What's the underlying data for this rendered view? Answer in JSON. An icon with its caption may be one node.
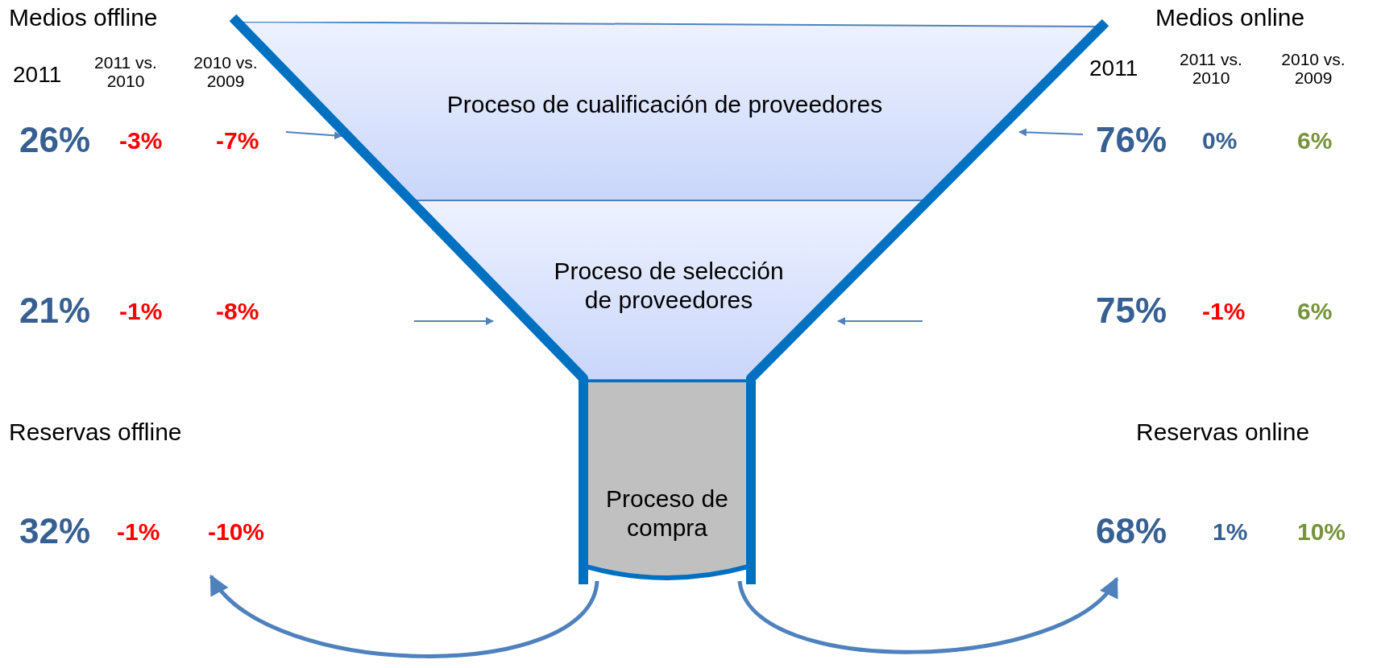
{
  "diagram": {
    "nodes": [
      {
        "text": [
          "Proceso de cualificación de proveedores"
        ]
      },
      {
        "text": [
          "Proceso de selección de proveedores"
        ]
      },
      {
        "text": [
          "Proceso de compra"
        ]
      }
    ],
    "edges": [
      {
        "from": null,
        "to": 0,
        "arrow": "to"
      },
      {
        "from": null,
        "to": 0,
        "arrow": "to"
      },
      {
        "from": null,
        "to": 1,
        "arrow": "to"
      },
      {
        "from": null,
        "to": 1,
        "arrow": "to"
      },
      {
        "from": 2,
        "to": null,
        "arrow": "to",
        "style": "thick"
      },
      {
        "from": 2,
        "to": null,
        "arrow": "to",
        "style": "thick"
      }
    ],
    "labels": [
      "Medios offline",
      "Medios online",
      "2011",
      "2011 vs. 2010",
      "2010 vs. 2009",
      "2011",
      "2011 vs. 2010",
      "2010 vs. 2009",
      "26%",
      "-3%",
      "-7%",
      "76%",
      "0%",
      "6%",
      "21%",
      "-1%",
      "-8%",
      "75%",
      "-1%",
      "6%",
      "Reservas offline",
      "Reservas online",
      "32%",
      "-1%",
      "-10%",
      "68%",
      "1%",
      "10%"
    ]
  }
}
